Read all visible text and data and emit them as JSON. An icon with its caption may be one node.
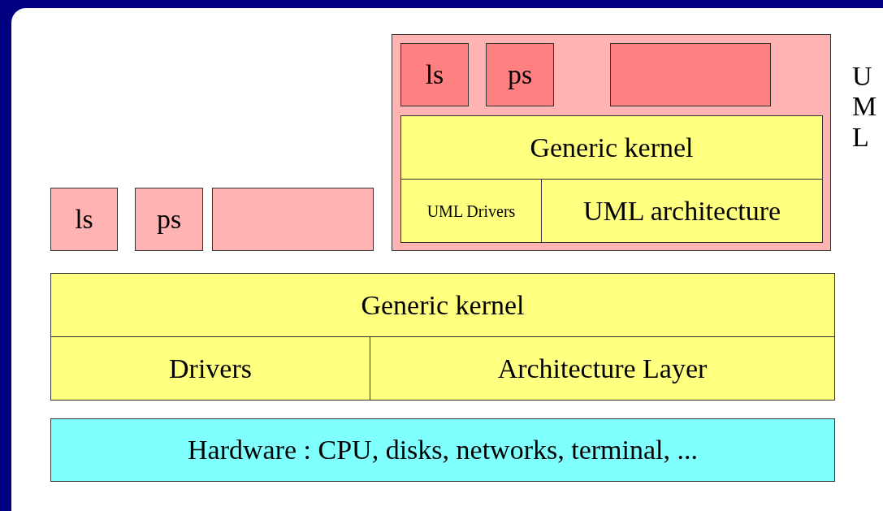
{
  "diagram": {
    "nodes": [
      {
        "text": [
          "U M L"
        ]
      },
      {
        "text": [
          "ls"
        ],
        "in": 0
      },
      {
        "text": [
          "ps"
        ],
        "in": 0
      },
      {
        "text": [],
        "shape": "box",
        "in": 0
      },
      {
        "text": [
          "Generic kernel"
        ],
        "in": 0
      },
      {
        "text": [
          "UML Drivers"
        ],
        "in": 0
      },
      {
        "text": [
          "UML architecture"
        ],
        "in": 0
      },
      {
        "text": [
          "ls"
        ]
      },
      {
        "text": [
          "ps"
        ]
      },
      {
        "text": [],
        "shape": "box"
      },
      {
        "text": [
          "Generic kernel"
        ]
      },
      {
        "text": [
          "Drivers"
        ]
      },
      {
        "text": [
          "Architecture Layer"
        ]
      },
      {
        "text": [
          "Hardware : CPU, disks, networks, terminal, ..."
        ]
      }
    ]
  }
}
